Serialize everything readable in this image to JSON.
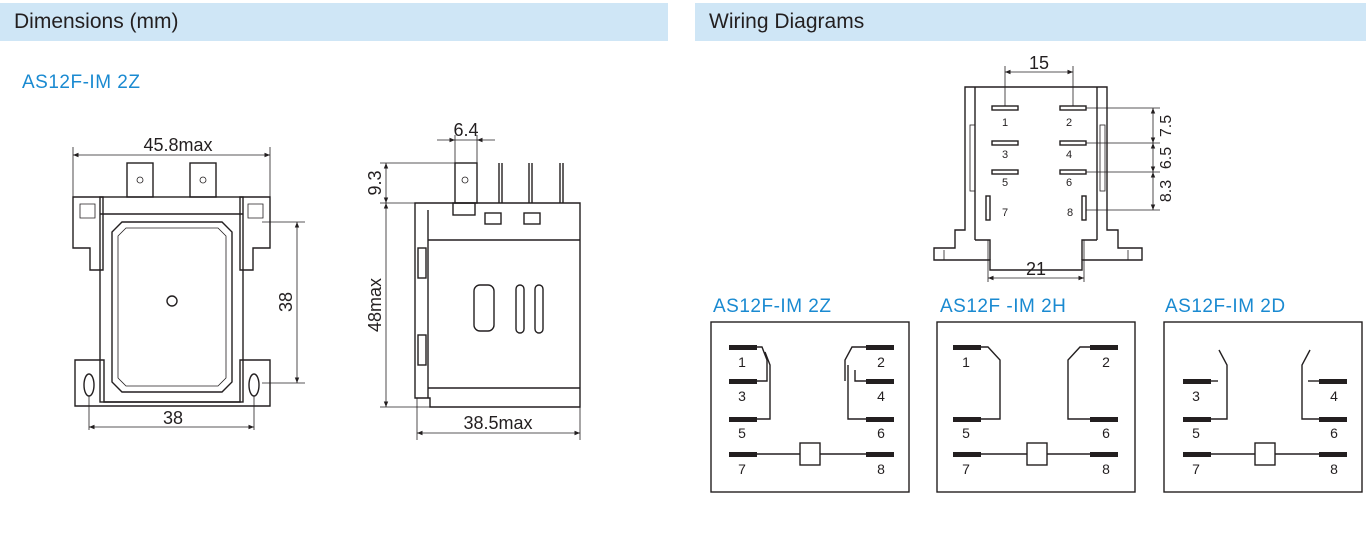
{
  "headers": {
    "dimensions": "Dimensions (mm)",
    "wiring": "Wiring Diagrams"
  },
  "models": {
    "dimension_model": "AS12F-IM 2Z",
    "wiring_2z": "AS12F-IM 2Z",
    "wiring_2h": "AS12F -IM 2H",
    "wiring_2d": "AS12F-IM 2D"
  },
  "front_view": {
    "width_label": "45.8max",
    "height_label": "38",
    "hole_spacing_label": "38"
  },
  "side_view": {
    "terminal_width_label": "6.4",
    "terminal_height_label": "9.3",
    "height_label": "48max",
    "depth_label": "38.5max"
  },
  "pin_layout": {
    "top_spacing_label": "15",
    "bottom_spacing_label": "21",
    "row_spacing_1": "7.5",
    "row_spacing_2": "6.5",
    "row_spacing_3": "8.3",
    "pins": [
      "1",
      "2",
      "3",
      "4",
      "5",
      "6",
      "7",
      "8"
    ]
  },
  "schematics": {
    "pins_2z": [
      "1",
      "2",
      "3",
      "4",
      "5",
      "6",
      "7",
      "8"
    ],
    "pins_2h": [
      "1",
      "2",
      "5",
      "6",
      "7",
      "8"
    ],
    "pins_2d": [
      "3",
      "4",
      "5",
      "6",
      "7",
      "8"
    ]
  },
  "colors": {
    "header_bg": "#cfe6f6",
    "model_text": "#1a8ad1",
    "line": "#231f20"
  }
}
